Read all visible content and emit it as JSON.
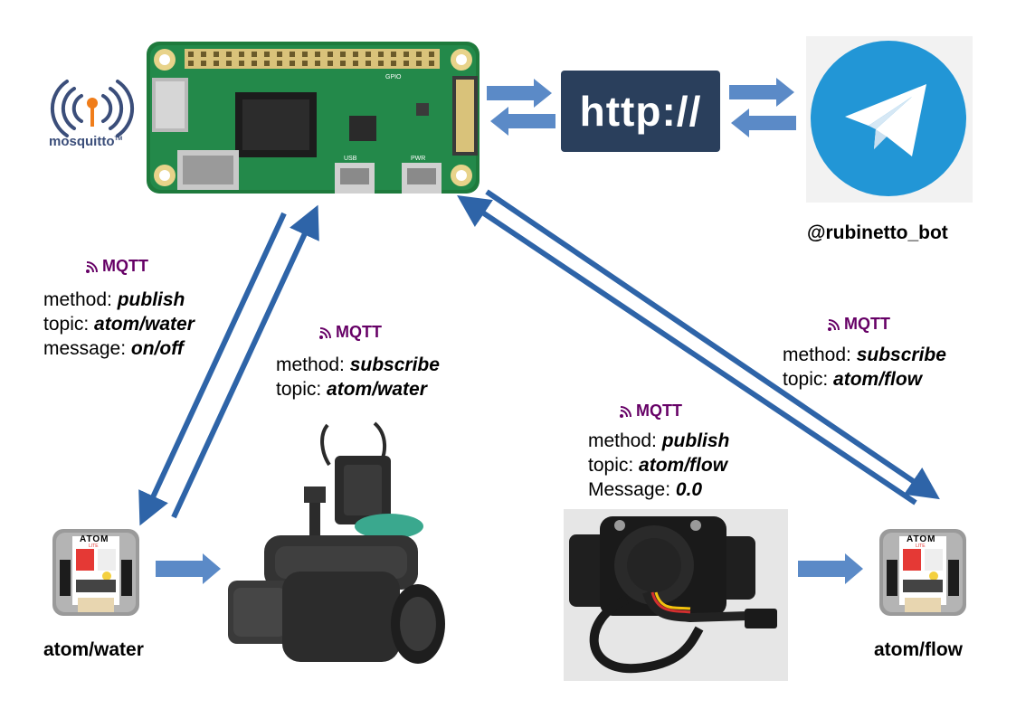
{
  "mosquitto": {
    "label": "mosquitto",
    "tm": "TM"
  },
  "http": {
    "label": "http://"
  },
  "telegram": {
    "bot_name": "@rubinetto_bot"
  },
  "board": {
    "gpio": "GPIO",
    "pwr": "PWR",
    "usb": "USB"
  },
  "mqtt_word": "MQTT",
  "blocks": {
    "water_publish": {
      "method_key": "method: ",
      "method_val": "publish",
      "topic_key": "topic: ",
      "topic_val": "atom/water",
      "msg_key": "message: ",
      "msg_val": "on/off"
    },
    "water_subscribe": {
      "method_key": "method: ",
      "method_val": "subscribe",
      "topic_key": "topic: ",
      "topic_val": "atom/water"
    },
    "flow_publish": {
      "method_key": "method: ",
      "method_val": "publish",
      "topic_key": "topic: ",
      "topic_val": "atom/flow",
      "msg_key": "Message: ",
      "msg_val": "0.0"
    },
    "flow_subscribe": {
      "method_key": "method: ",
      "method_val": "subscribe",
      "topic_key": "topic: ",
      "topic_val": "atom/flow"
    }
  },
  "devices": {
    "atom_water": {
      "label": "atom/water",
      "brand": "ATOM",
      "sub": "LITE"
    },
    "atom_flow": {
      "label": "atom/flow",
      "brand": "ATOM",
      "sub": "LITE"
    }
  },
  "colors": {
    "arrow_dark": "#2e64a8",
    "arrow_light": "#5b8ac7",
    "mqtt": "#660066",
    "http_bg": "#2a3f5c",
    "telegram": "#2296d6"
  }
}
